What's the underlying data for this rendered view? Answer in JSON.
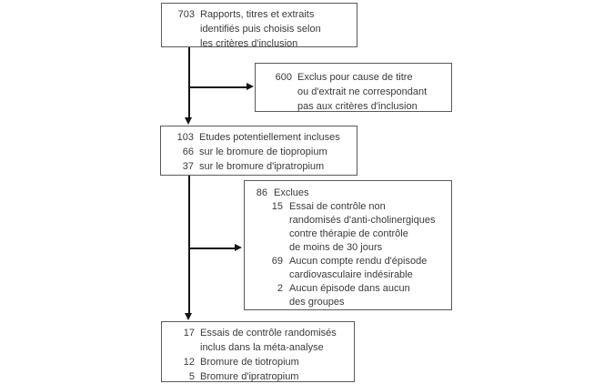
{
  "palette": {
    "background": "#ffffff",
    "box_border": "#5a5a5a",
    "text": "#3a3a3a",
    "line": "#141414"
  },
  "flowchart": {
    "boxes": [
      {
        "name": "identified",
        "rows": [
          {
            "num": "703",
            "lines": [
              "Rapports, titres et extraits",
              "identifiés puis choisis selon",
              "les critères d'inclusion"
            ]
          }
        ]
      },
      {
        "name": "excluded-titles",
        "rows": [
          {
            "num": "600",
            "lines": [
              "Exclus pour cause de titre",
              "ou d'extrait ne correspondant",
              "pas aux critères d'inclusion"
            ]
          }
        ]
      },
      {
        "name": "potentially-included",
        "rows": [
          {
            "num": "103",
            "lines": [
              "Etudes potentiellement incluses"
            ]
          },
          {
            "num": "66",
            "lines": [
              "sur le bromure de tiopropium"
            ]
          },
          {
            "num": "37",
            "lines": [
              "sur le bromure d'ipratropium"
            ]
          }
        ]
      },
      {
        "name": "excluded-studies",
        "rows": [
          {
            "num": "86",
            "lines": [
              "Exclues"
            ]
          },
          {
            "num": "15",
            "lines": [
              "Essai de contrôle non",
              "randomisés d'anti-cholinergiques",
              "contre thérapie de contrôle",
              "de moins de 30 jours"
            ]
          },
          {
            "num": "69",
            "lines": [
              "Aucun compte rendu d'épisode",
              "cardiovasculaire indésirable"
            ]
          },
          {
            "num": "2",
            "lines": [
              "Aucun épisode dans aucun",
              "des groupes"
            ]
          }
        ]
      },
      {
        "name": "included",
        "rows": [
          {
            "num": "17",
            "lines": [
              "Essais de contrôle randomisés",
              "inclus dans la méta-analyse"
            ]
          },
          {
            "num": "12",
            "lines": [
              "Bromure de tiotropium"
            ]
          },
          {
            "num": "5",
            "lines": [
              "Bromure d'ipratropium"
            ]
          }
        ]
      }
    ]
  }
}
